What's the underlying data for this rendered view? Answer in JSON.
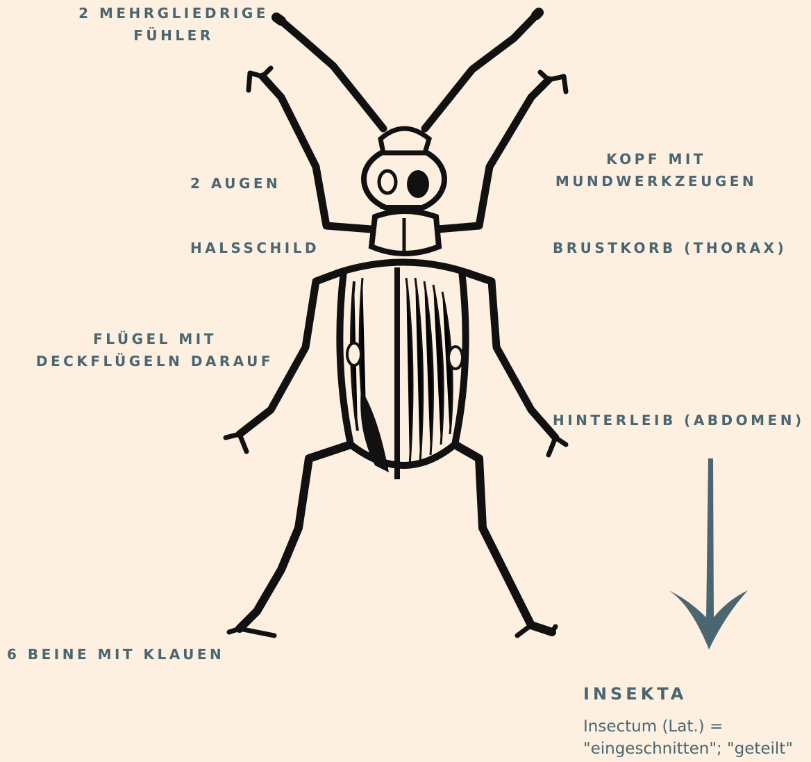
{
  "labels": {
    "antennae": [
      "2 MEHRGLIEDRIGE",
      "FÜHLER"
    ],
    "eyes": "2 AUGEN",
    "head": [
      "KOPF MIT",
      "MUNDWERKZEUGEN"
    ],
    "pronotum": "HALSSCHILD",
    "thorax": "BRUSTKORB (THORAX)",
    "wings": [
      "FLÜGEL MIT",
      "DECKFLÜGELN DARAUF"
    ],
    "abdomen": "HINTERLEIB (ABDOMEN)",
    "legs": "6 BEINE MIT KLAUEN"
  },
  "info": {
    "title": "INSEKTA",
    "description": [
      "Insectum (Lat.) =",
      "\"eingeschnitten\"; \"geteilt\""
    ]
  },
  "colors": {
    "background": "#fdf0e0",
    "accent": "#4a6670",
    "ink": "#111111"
  }
}
